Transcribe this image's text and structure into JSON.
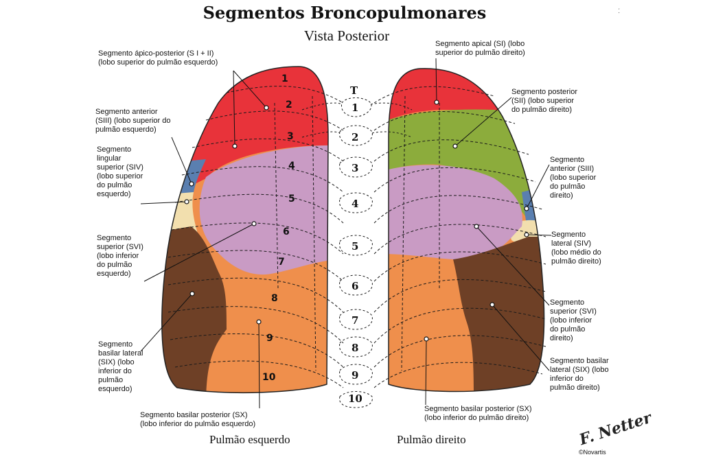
{
  "title": "Segmentos Broncopulmonares",
  "subtitle": "Vista Posterior",
  "corner_mark": "ː",
  "left_lung_name": "Pulmão esquerdo",
  "right_lung_name": "Pulmão direito",
  "signature": "F. Netter",
  "publisher": "©Novartis",
  "rib_numbers": [
    "1",
    "2",
    "3",
    "4",
    "5",
    "6",
    "7",
    "8",
    "9",
    "10"
  ],
  "vertebra_numbers": [
    "T",
    "1",
    "2",
    "3",
    "4",
    "5",
    "6",
    "7",
    "8",
    "9",
    "10"
  ],
  "colors": {
    "apical_red": "#e8333a",
    "anterior_blue": "#5a7fb0",
    "lingular_cream": "#f2dfae",
    "superior_lower_purple": "#c99bc4",
    "lateral_basal_brown": "#6e4026",
    "posterior_basal_orange": "#ef8f4c",
    "posterior_green": "#8cac3c"
  },
  "labels": {
    "l_apicopost": [
      "Segmento ápico-posterior (S I + II)",
      "(lobo superior do pulmão esquerdo)"
    ],
    "l_anterior": [
      "Segmento anterior",
      "(SIII) (lobo superior do",
      "pulmão esquerdo)"
    ],
    "l_lingular": [
      "Segmento",
      "lingular",
      "superior (SIV)",
      "(lobo superior",
      "do pulmão",
      "esquerdo)"
    ],
    "l_superior": [
      "Segmento",
      "superior (SVI)",
      "(lobo inferior",
      "do pulmão",
      "esquerdo)"
    ],
    "l_lateral_basal": [
      "Segmento",
      "basilar lateral",
      "(SIX) (lobo",
      "inferior do",
      "pulmão",
      "esquerdo)"
    ],
    "l_posterior_basal": [
      "Segmento basilar posterior (SX)",
      "(lobo inferior do pulmão esquerdo)"
    ],
    "r_apical": [
      "Segmento apical (SI) (lobo",
      "superior do pulmão direito)"
    ],
    "r_posterior": [
      "Segmento posterior",
      "(SII) (lobo superior",
      "do pulmão direito)"
    ],
    "r_anterior": [
      "Segmento",
      "anterior (SIII)",
      "(lobo superior",
      "do pulmão",
      "direito)"
    ],
    "r_lateral": [
      "Segmento",
      "lateral (SIV)",
      "(lobo médio do",
      "pulmão direito)"
    ],
    "r_superior": [
      "Segmento",
      "superior (SVI)",
      "(lobo inferior",
      "do pulmão",
      "direito)"
    ],
    "r_lateral_basal": [
      "Segmento basilar",
      "lateral (SIX) (lobo",
      "inferior do",
      "pulmão direito)"
    ],
    "r_posterior_basal": [
      "Segmento basilar posterior (SX)",
      "(lobo inferior do pulmão direito)"
    ]
  }
}
